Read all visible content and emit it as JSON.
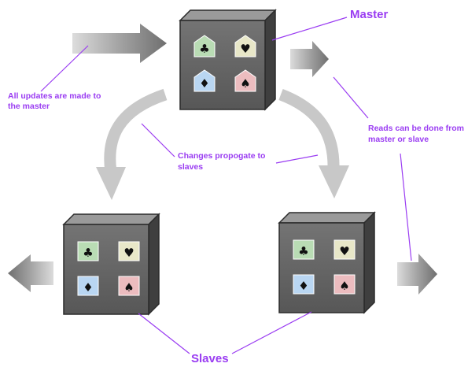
{
  "labels": {
    "master": "Master",
    "updates_line1": "All updates are made to",
    "updates_line2": "the master",
    "reads_line1": "Reads can be done from",
    "reads_line2": "master or slave",
    "changes_line1": "Changes propogate to",
    "changes_line2": "slaves",
    "slaves": "Slaves"
  },
  "tiles": [
    {
      "suit": "club",
      "glyph": "♣",
      "color": "#b9dcb4"
    },
    {
      "suit": "heart",
      "glyph": "♥",
      "color": "#e8e7c8"
    },
    {
      "suit": "diamond",
      "glyph": "♦",
      "color": "#b9d6f2"
    },
    {
      "suit": "spade",
      "glyph": "♠",
      "color": "#ecbcbf"
    }
  ],
  "colors": {
    "annotation": "#9a3cf2",
    "box_front": "#666666",
    "arrow_fill": "#8a8a8a",
    "curve_arrow": "#c8c8c8"
  }
}
